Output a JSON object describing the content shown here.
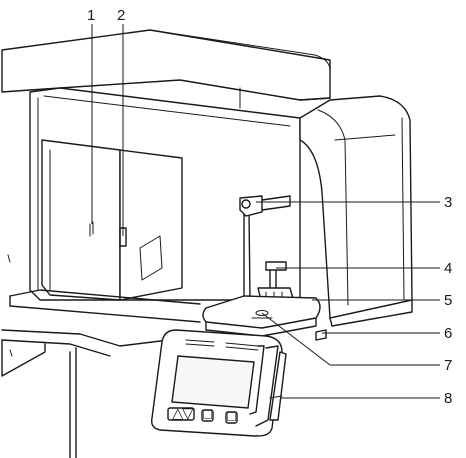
{
  "callouts": [
    {
      "id": "1",
      "label": "1"
    },
    {
      "id": "2",
      "label": "2"
    },
    {
      "id": "3",
      "label": "3"
    },
    {
      "id": "4",
      "label": "4"
    },
    {
      "id": "5",
      "label": "5"
    },
    {
      "id": "6",
      "label": "6"
    },
    {
      "id": "7",
      "label": "7"
    },
    {
      "id": "8",
      "label": "8"
    }
  ],
  "control_panel": {
    "button_labels": [
      "△",
      "▽",
      "□",
      "□"
    ]
  }
}
